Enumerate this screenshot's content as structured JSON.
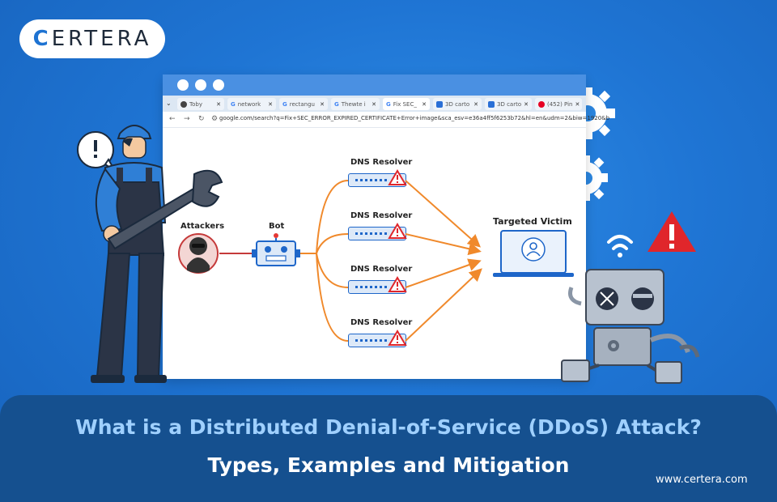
{
  "brand": {
    "logo_text": "CERTERA",
    "accent_color": "#1e73d2"
  },
  "browser": {
    "tabs": [
      {
        "label": "Toby",
        "icon": "toby-icon"
      },
      {
        "label": "network",
        "icon": "google-icon"
      },
      {
        "label": "rectangu",
        "icon": "google-icon"
      },
      {
        "label": "Thewte i",
        "icon": "google-icon"
      },
      {
        "label": "Fix SEC_",
        "icon": "google-icon",
        "active": true
      },
      {
        "label": "3D carto",
        "icon": "doc-icon"
      },
      {
        "label": "3D carto",
        "icon": "doc-icon"
      },
      {
        "label": "(452) Pin",
        "icon": "pinterest-icon"
      }
    ],
    "url": "google.com/search?q=Fix+SEC_ERROR_EXPIRED_CERTIFICATE+Error+image&sca_esv=e36a4ff5f6253b72&hl=en&udm=2&biw=1920&b"
  },
  "diagram": {
    "attackers_label": "Attackers",
    "bot_label": "Bot",
    "resolver_label": "DNS Resolver",
    "victim_label": "Targeted Victim"
  },
  "headline": {
    "line1": "What is a Distributed Denial-of-Service (DDoS) Attack?",
    "line2": "Types, Examples and Mitigation"
  },
  "website": "www.certera.com",
  "colors": {
    "arrow": "#f0892b",
    "warning": "#e0262b",
    "server": "#1e66c9",
    "band": "#15508f"
  }
}
